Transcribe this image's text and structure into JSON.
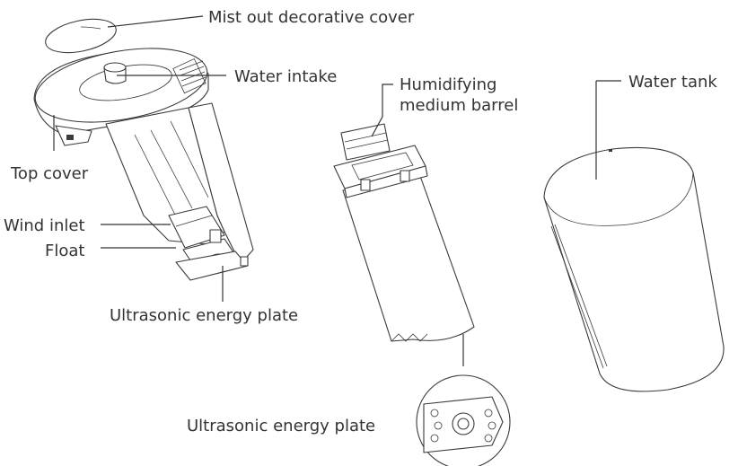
{
  "labels": {
    "mist_out_cover": "Mist out decorative cover",
    "water_intake": "Water intake",
    "humidifying_line1": "Humidifying",
    "humidifying_line2": "medium barrel",
    "water_tank": "Water tank",
    "top_cover": "Top cover",
    "wind_inlet": "Wind inlet",
    "float": "Float",
    "ultrasonic_plate_1": "Ultrasonic energy plate",
    "ultrasonic_plate_2": "Ultrasonic energy plate"
  },
  "colors": {
    "line": "#333333",
    "background": "#ffffff"
  }
}
